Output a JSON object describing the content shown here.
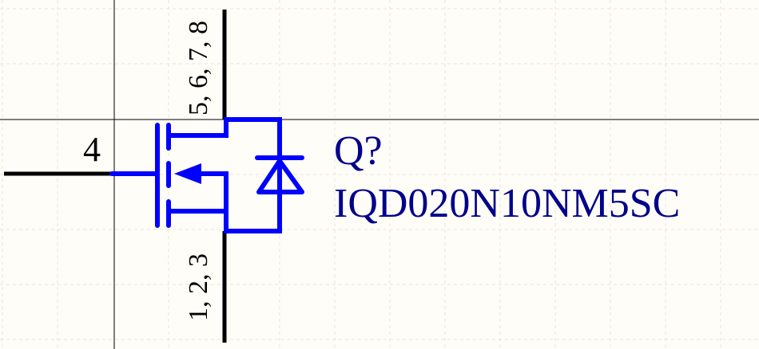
{
  "component": {
    "designator": "Q?",
    "comment": "IQD020N10NM5SC",
    "gate_pin": "4",
    "drain_pins": "5, 6, 7, 8",
    "source_pins": "1, 2, 3"
  },
  "colors": {
    "background": "#fffdf7",
    "symbol": "#0000ff",
    "text": "#00008b",
    "pins": "#000000",
    "grid": "#e6e3dc"
  }
}
